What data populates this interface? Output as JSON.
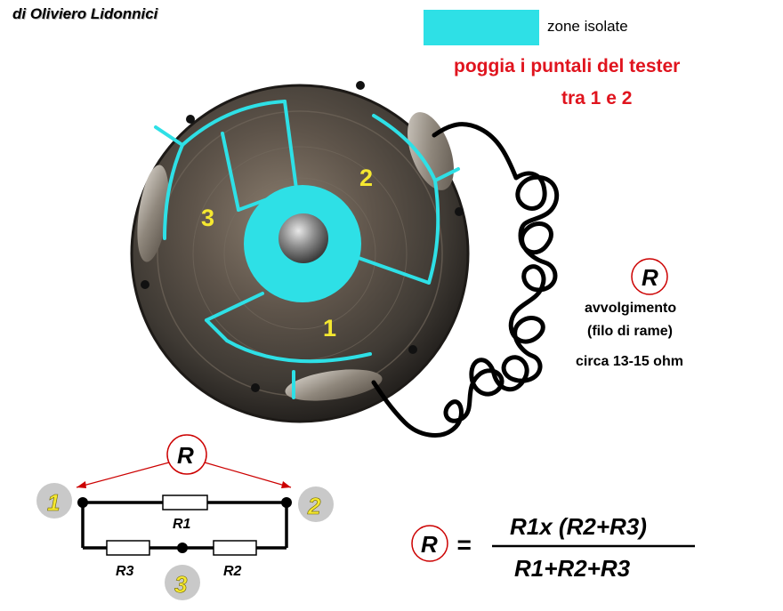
{
  "author": "di Oliviero Lidonnici",
  "legend": {
    "label": "zone isolate",
    "color": "#2ee0e6"
  },
  "instruction": {
    "line1": "poggia i puntali del tester",
    "line2": "tra 1 e 2"
  },
  "motor": {
    "zone1": "1",
    "zone2": "2",
    "zone3": "3"
  },
  "coil": {
    "symbol": "R",
    "line1": "avvolgimento",
    "line2": "(filo di rame)",
    "line3": "circa 13-15 ohm"
  },
  "circuit": {
    "r_symbol": "R",
    "node1": "1",
    "node2": "2",
    "node3": "3",
    "r1": "R1",
    "r2": "R2",
    "r3": "R3"
  },
  "formula": {
    "symbol": "R",
    "equals": "=",
    "numerator": "R1x (R2+R3)",
    "denominator": "R1+R2+R3"
  },
  "colors": {
    "insulated_cyan": "#2ee0e6",
    "instruction_red": "#e0141e",
    "node_yellow": "#f5e830"
  }
}
